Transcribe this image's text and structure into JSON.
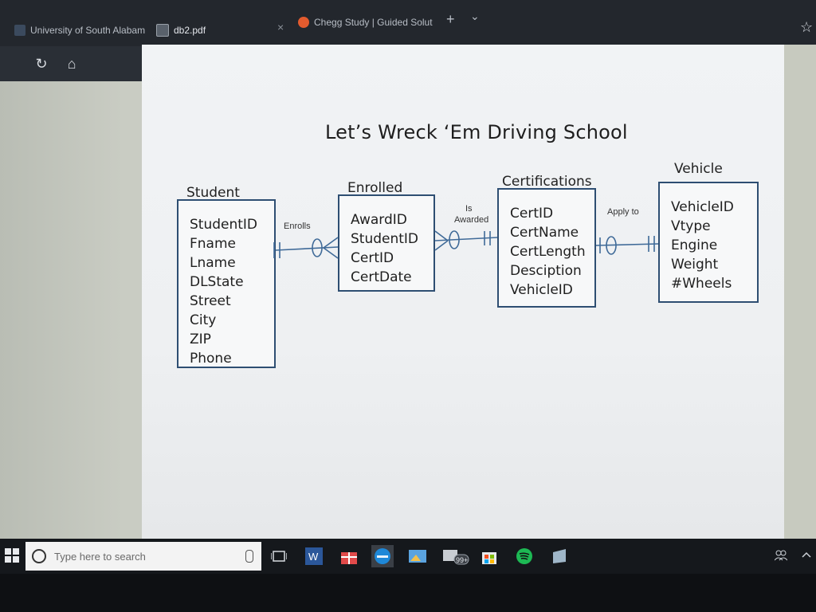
{
  "browser": {
    "tabs": [
      {
        "label": "University of South Alabam"
      },
      {
        "label": "db2.pdf"
      },
      {
        "label": "Chegg Study | Guided Solut"
      }
    ],
    "close_glyph": "×",
    "new_tab_glyph": "+",
    "tab_menu_glyph": "⌄",
    "favorite_glyph": "☆",
    "refresh_glyph": "↻",
    "home_glyph": "⌂"
  },
  "diagram": {
    "title": "Let’s Wreck ‘Em Driving School",
    "entities": {
      "student": {
        "name": "Student",
        "attributes": [
          "StudentID",
          "Fname",
          "Lname",
          "DLState",
          "Street",
          "City",
          "ZIP",
          "Phone"
        ]
      },
      "enrolled": {
        "name": "Enrolled",
        "attributes": [
          "AwardID",
          "StudentID",
          "CertID",
          "CertDate"
        ]
      },
      "certifications": {
        "name": "Certifications",
        "attributes": [
          "CertID",
          "CertName",
          "CertLength",
          "Desciption",
          "VehicleID"
        ]
      },
      "vehicle": {
        "name": "Vehicle",
        "attributes": [
          "VehicleID",
          "Vtype",
          "Engine",
          "Weight",
          "#Wheels"
        ]
      }
    },
    "relationships": {
      "enrolls": "Enrolls",
      "is_awarded_1": "Is",
      "is_awarded_2": "Awarded",
      "apply_to": "Apply to"
    }
  },
  "taskbar": {
    "search_placeholder": "Type here to search",
    "icons": [
      "task-view-icon",
      "word-icon",
      "gift-icon",
      "edge-icon",
      "photos-icon",
      "store-badge-icon",
      "bag-icon",
      "spotify-icon",
      "app-icon"
    ],
    "badge_count": "99+",
    "tray": [
      "people-icon",
      "chevron-up-icon"
    ]
  },
  "colors": {
    "entity_border": "#2e4e72",
    "connector": "#3f6a98",
    "chrome": "#23272d",
    "taskbar": "#15181c"
  }
}
